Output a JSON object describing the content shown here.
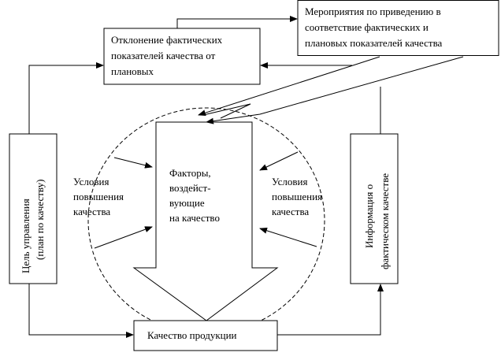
{
  "boxes": {
    "deviation": {
      "lines": [
        "Отклонение фактических",
        "показателей качества от",
        "плановых"
      ]
    },
    "measures": {
      "lines": [
        "Мероприятия по приведению в",
        "соответствие фактических и",
        "плановых показателей качества"
      ]
    },
    "goal": {
      "lines": [
        "Цель управления",
        "(план по качеству)"
      ]
    },
    "info": {
      "lines": [
        "Информация о",
        "фактическом качестве"
      ]
    },
    "product_quality": {
      "label": "Качество продукции"
    }
  },
  "factors": {
    "lines": [
      "Факторы,",
      "воздейст-",
      "вующие",
      "на качество"
    ]
  },
  "conditions_left": {
    "lines": [
      "Условия",
      "повышения",
      "качества"
    ]
  },
  "conditions_right": {
    "lines": [
      "Условия",
      "повышения",
      "качества"
    ]
  }
}
